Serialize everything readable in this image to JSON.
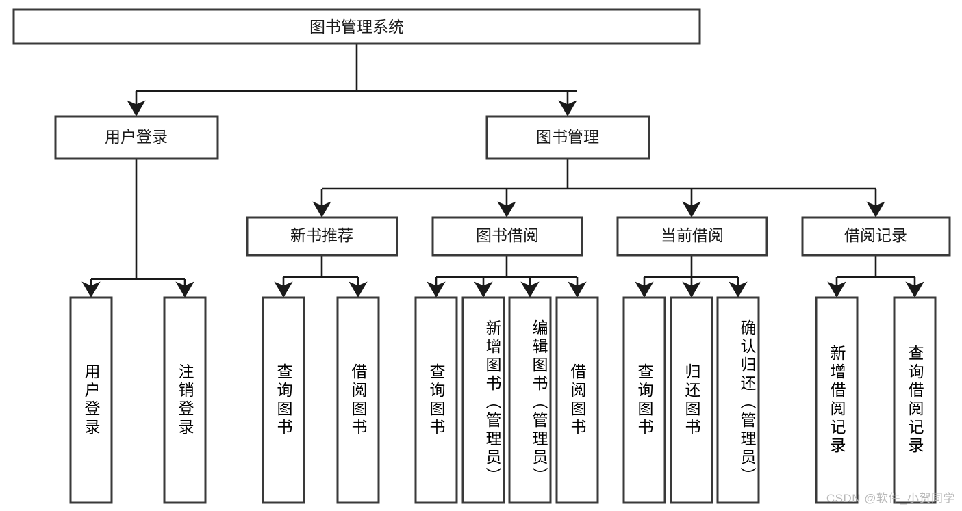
{
  "diagram": {
    "title_node": {
      "label": "图书管理系统"
    },
    "level2": [
      {
        "id": "user-login",
        "label": "用户登录"
      },
      {
        "id": "book-manage",
        "label": "图书管理"
      }
    ],
    "level3": [
      {
        "id": "new-book-recommend",
        "label": "新书推荐"
      },
      {
        "id": "book-borrow",
        "label": "图书借阅"
      },
      {
        "id": "current-borrow",
        "label": "当前借阅"
      },
      {
        "id": "borrow-record",
        "label": "借阅记录"
      }
    ],
    "leaves": {
      "user-login": [
        {
          "id": "leaf-user-login",
          "label": "用户登录",
          "align": "middle"
        },
        {
          "id": "leaf-logout",
          "label": "注销登录",
          "align": "middle"
        }
      ],
      "new-book-recommend": [
        {
          "id": "leaf-query-book-1",
          "label": "查询图书",
          "align": "middle"
        },
        {
          "id": "leaf-borrow-book-1",
          "label": "借阅图书",
          "align": "middle"
        }
      ],
      "book-borrow": [
        {
          "id": "leaf-query-book-2",
          "label": "查询图书",
          "align": "middle"
        },
        {
          "id": "leaf-add-book",
          "label": "新增图书（管理员）",
          "align": "top"
        },
        {
          "id": "leaf-edit-book",
          "label": "编辑图书（管理员）",
          "align": "top"
        },
        {
          "id": "leaf-borrow-book-2",
          "label": "借阅图书",
          "align": "middle"
        }
      ],
      "current-borrow": [
        {
          "id": "leaf-query-book-3",
          "label": "查询图书",
          "align": "middle"
        },
        {
          "id": "leaf-return-book",
          "label": "归还图书",
          "align": "middle"
        },
        {
          "id": "leaf-confirm-return",
          "label": "确认归还（管理员）",
          "align": "top"
        }
      ],
      "borrow-record": [
        {
          "id": "leaf-add-record",
          "label": "新增借阅记录",
          "align": "middle"
        },
        {
          "id": "leaf-query-record",
          "label": "查询借阅记录",
          "align": "middle"
        }
      ]
    },
    "watermark": "CSDN @软件_小贺同学",
    "colors": {
      "box_stroke": "#3a3a3a",
      "connector": "#1a1a1a",
      "background": "#ffffff",
      "text": "#1a1a1a",
      "watermark": "#b8b8b8"
    }
  }
}
